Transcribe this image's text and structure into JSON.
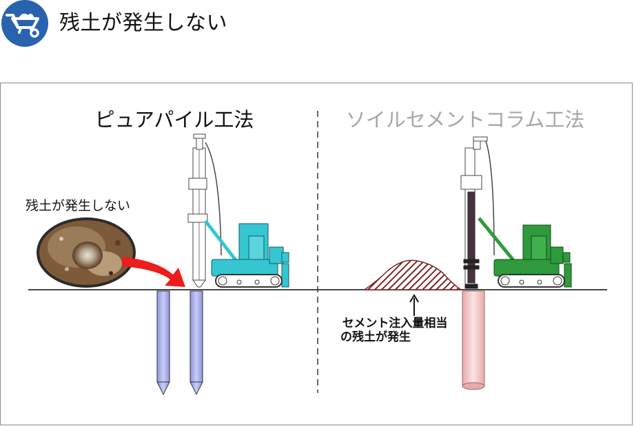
{
  "header": {
    "title": "残土が発生しない"
  },
  "diagram": {
    "left_title": "ピュアパイル工法",
    "right_title": "ソイルセメントコラム工法",
    "callout_label": "残土が発生しない",
    "soil_note_line1": "セメント注入量相当",
    "soil_note_line2": "の残土が発生"
  },
  "colors": {
    "header_icon": "#2a63ad",
    "left_machine": "#35c6d2",
    "right_machine": "#2f9a3c",
    "pile": "#aeb3f0",
    "arrow": "#ee1c1c",
    "soil_column": "#f2c7c7",
    "spoil_heap": "#7a2424"
  },
  "icons": {
    "header": "wheelbarrow-icon"
  }
}
